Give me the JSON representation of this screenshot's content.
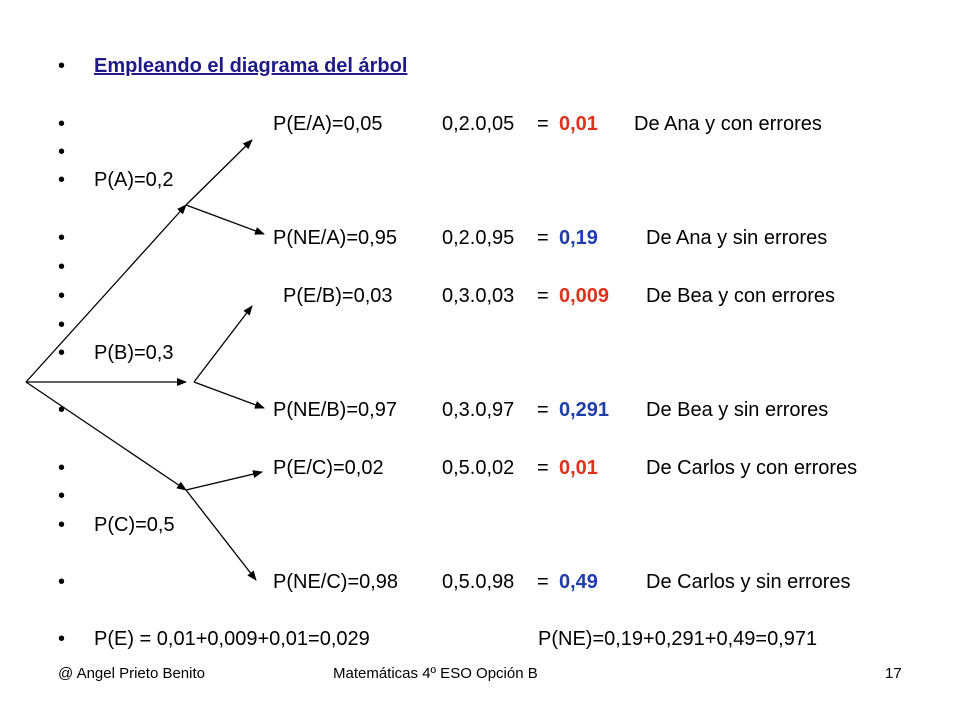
{
  "title": "Empleando el diagrama del árbol",
  "rows": [
    {
      "cond": "P(E/A)=0,05",
      "calc": "0,2.0,05",
      "eq": "=",
      "res": "0,01",
      "res_color": "red",
      "desc": "De Ana y con errores"
    },
    {
      "cond": "P(NE/A)=0,95",
      "calc": "0,2.0,95",
      "eq": "=",
      "res": "0,19",
      "res_color": "blue",
      "desc": "De Ana y sin errores"
    },
    {
      "cond": "P(E/B)=0,03",
      "calc": "0,3.0,03",
      "eq": "=",
      "res": "0,009",
      "res_color": "red",
      "desc": "De Bea y con errores"
    },
    {
      "cond": "P(NE/B)=0,97",
      "calc": "0,3.0,97",
      "eq": "=",
      "res": "0,291",
      "res_color": "blue",
      "desc": "De Bea y sin errores"
    },
    {
      "cond": "P(E/C)=0,02",
      "calc": "0,5.0,02",
      "eq": "=",
      "res": "0,01",
      "res_color": "red",
      "desc": "De Carlos y con errores"
    },
    {
      "cond": "P(NE/C)=0,98",
      "calc": "0,5.0,98",
      "eq": "=",
      "res": "0,49",
      "res_color": "blue",
      "desc": "De Carlos y sin errores"
    }
  ],
  "branches": {
    "a": "P(A)=0,2",
    "b": "P(B)=0,3",
    "c": "P(C)=0,5"
  },
  "summary": {
    "pe": "P(E) = 0,01+0,009+0,01=0,029",
    "pne": "P(NE)=0,19+0,291+0,49=0,971"
  },
  "bullet_char": "•",
  "colors": {
    "title": "#1f1a85",
    "red": "#e0311c",
    "blue": "#1f3ea8"
  },
  "footer": {
    "author": "@  Angel Prieto Benito",
    "course": "Matemáticas  4º ESO Opción B",
    "page": "17"
  }
}
